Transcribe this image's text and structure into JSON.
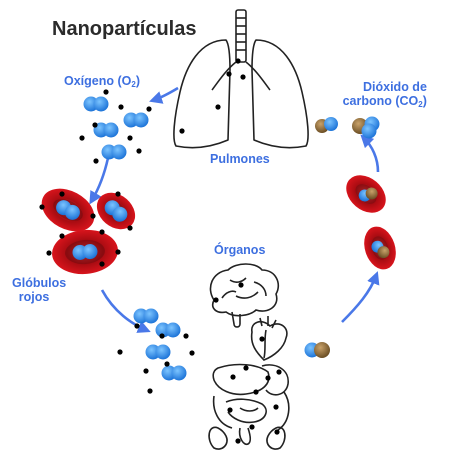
{
  "title": "Nanopartículas",
  "labels": {
    "oxygen_main": "Oxígeno (O",
    "oxygen_sub": "2",
    "oxygen_end": ")",
    "co2_line1": "Dióxido de",
    "co2_line2_main": "carbono (CO",
    "co2_line2_sub": "2",
    "co2_line2_end": ")",
    "lungs": "Pulmones",
    "organs": "Órganos",
    "rbc_line1": "Glóbulos",
    "rbc_line2": "rojos"
  },
  "icons": {
    "lungs": "lungs-icon",
    "brain": "brain-icon",
    "heart": "heart-icon",
    "digestive": "digestive-organs-icon",
    "kidneys": "kidneys-icon",
    "oxygen": "oxygen-molecule-icon",
    "co2": "co2-molecule-icon",
    "nanoparticle": "nanoparticle-dot-icon",
    "red_cell": "red-blood-cell-icon",
    "arrow": "cycle-arrow-icon"
  },
  "colors": {
    "oxygen_blue": "#2e8be8",
    "co2_brown": "#8a6a3a",
    "rbc_red": "#d8141c",
    "arrow_blue": "#4a78e8",
    "label_blue": "#3d6fe0",
    "outline": "#222222",
    "nanoparticle": "#000000"
  }
}
